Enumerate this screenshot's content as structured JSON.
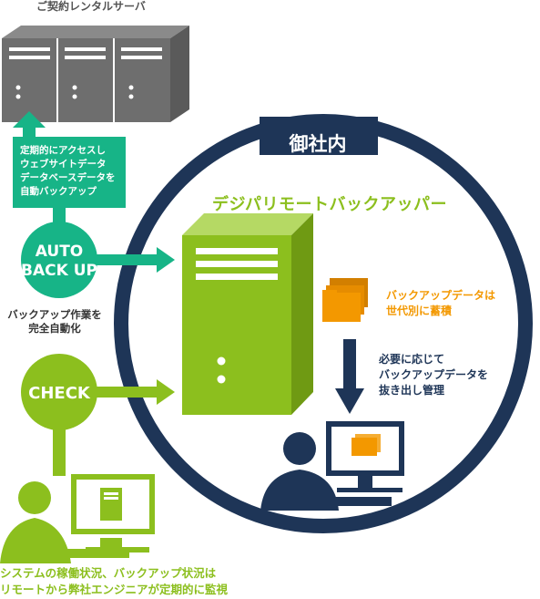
{
  "rental_server": {
    "title": "ご契約レンタルサーバ"
  },
  "auto_backup_box": {
    "lines": [
      "定期的にアクセスし",
      "ウェブサイトデータ",
      "データベースデータを",
      "自動バックアップ"
    ]
  },
  "auto_backup_circle": {
    "line1": "AUTO",
    "line2": "BACK UP"
  },
  "automation_text": {
    "line1": "バックアップ作業を",
    "line2": "完全自動化"
  },
  "check_circle": {
    "label": "CHECK"
  },
  "company": {
    "label": "御社内"
  },
  "remote_backup": {
    "title": "デジパリモートバックアッパー"
  },
  "generation_text": {
    "line1": "バックアップデータは",
    "line2": "世代別に蓄積"
  },
  "management_text": {
    "line1": "必要に応じて",
    "line2": "バックアップデータを",
    "line3": "抜き出し管理"
  },
  "bottom_caption": {
    "line1": "システムの稼働状況、バックアップ状況は",
    "line2": "リモートから弊社エンジニアが定期的に監視"
  },
  "colors": {
    "teal": "#17b487",
    "lime": "#8cbf1e",
    "navy": "#1e3557",
    "orange": "#f39800",
    "gray": "#6e6e6e"
  }
}
